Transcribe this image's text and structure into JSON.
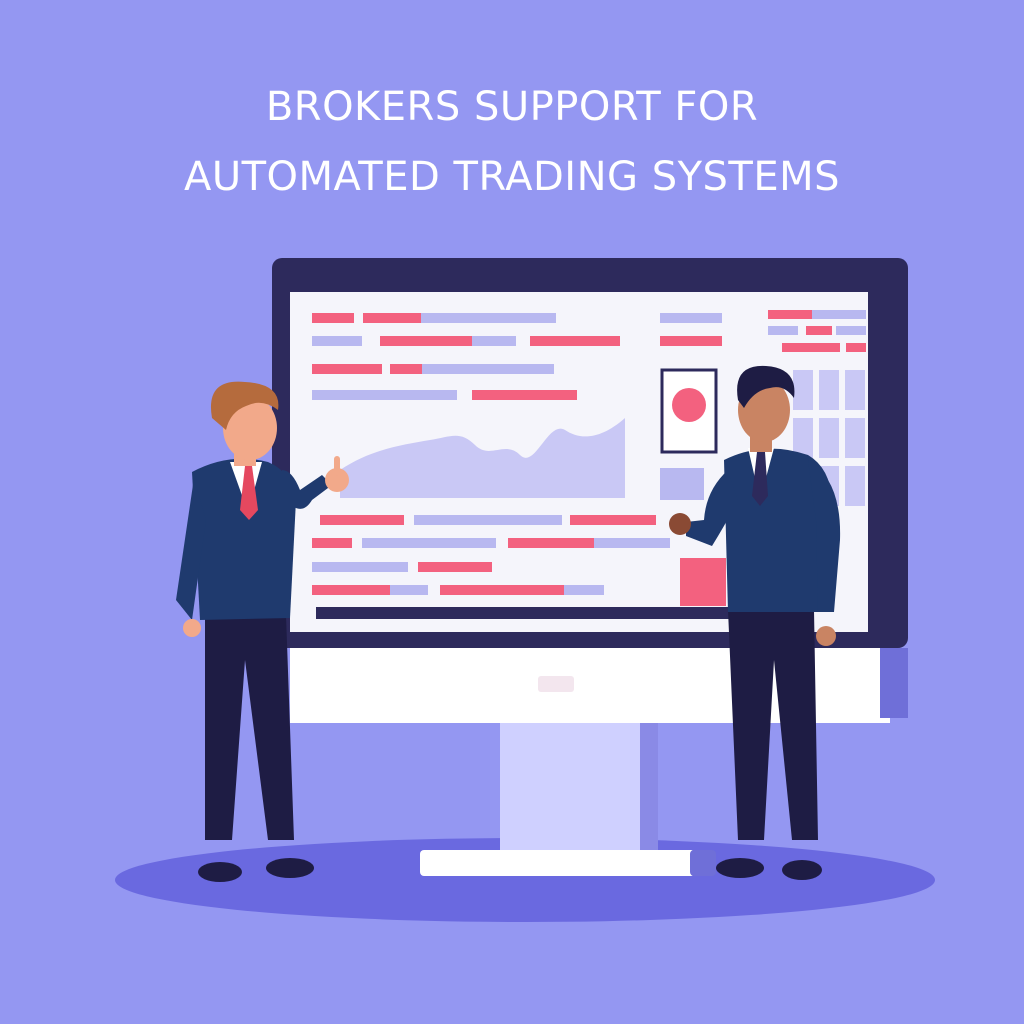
{
  "headline": {
    "line1": "BROKERS SUPPORT FOR",
    "line2": "AUTOMATED TRADING SYSTEMS"
  },
  "colors": {
    "background": "#9497f2",
    "monitor_frame": "#2d2a5c",
    "screen": "#f5f5fb",
    "accent_pink": "#f3617f",
    "accent_lavender": "#b8b8f0",
    "suit": "#1f3a6e",
    "trousers": "#1e1c44",
    "floor_shadow": "#6a69e0"
  },
  "figures": [
    "presenter-left",
    "presenter-right"
  ]
}
